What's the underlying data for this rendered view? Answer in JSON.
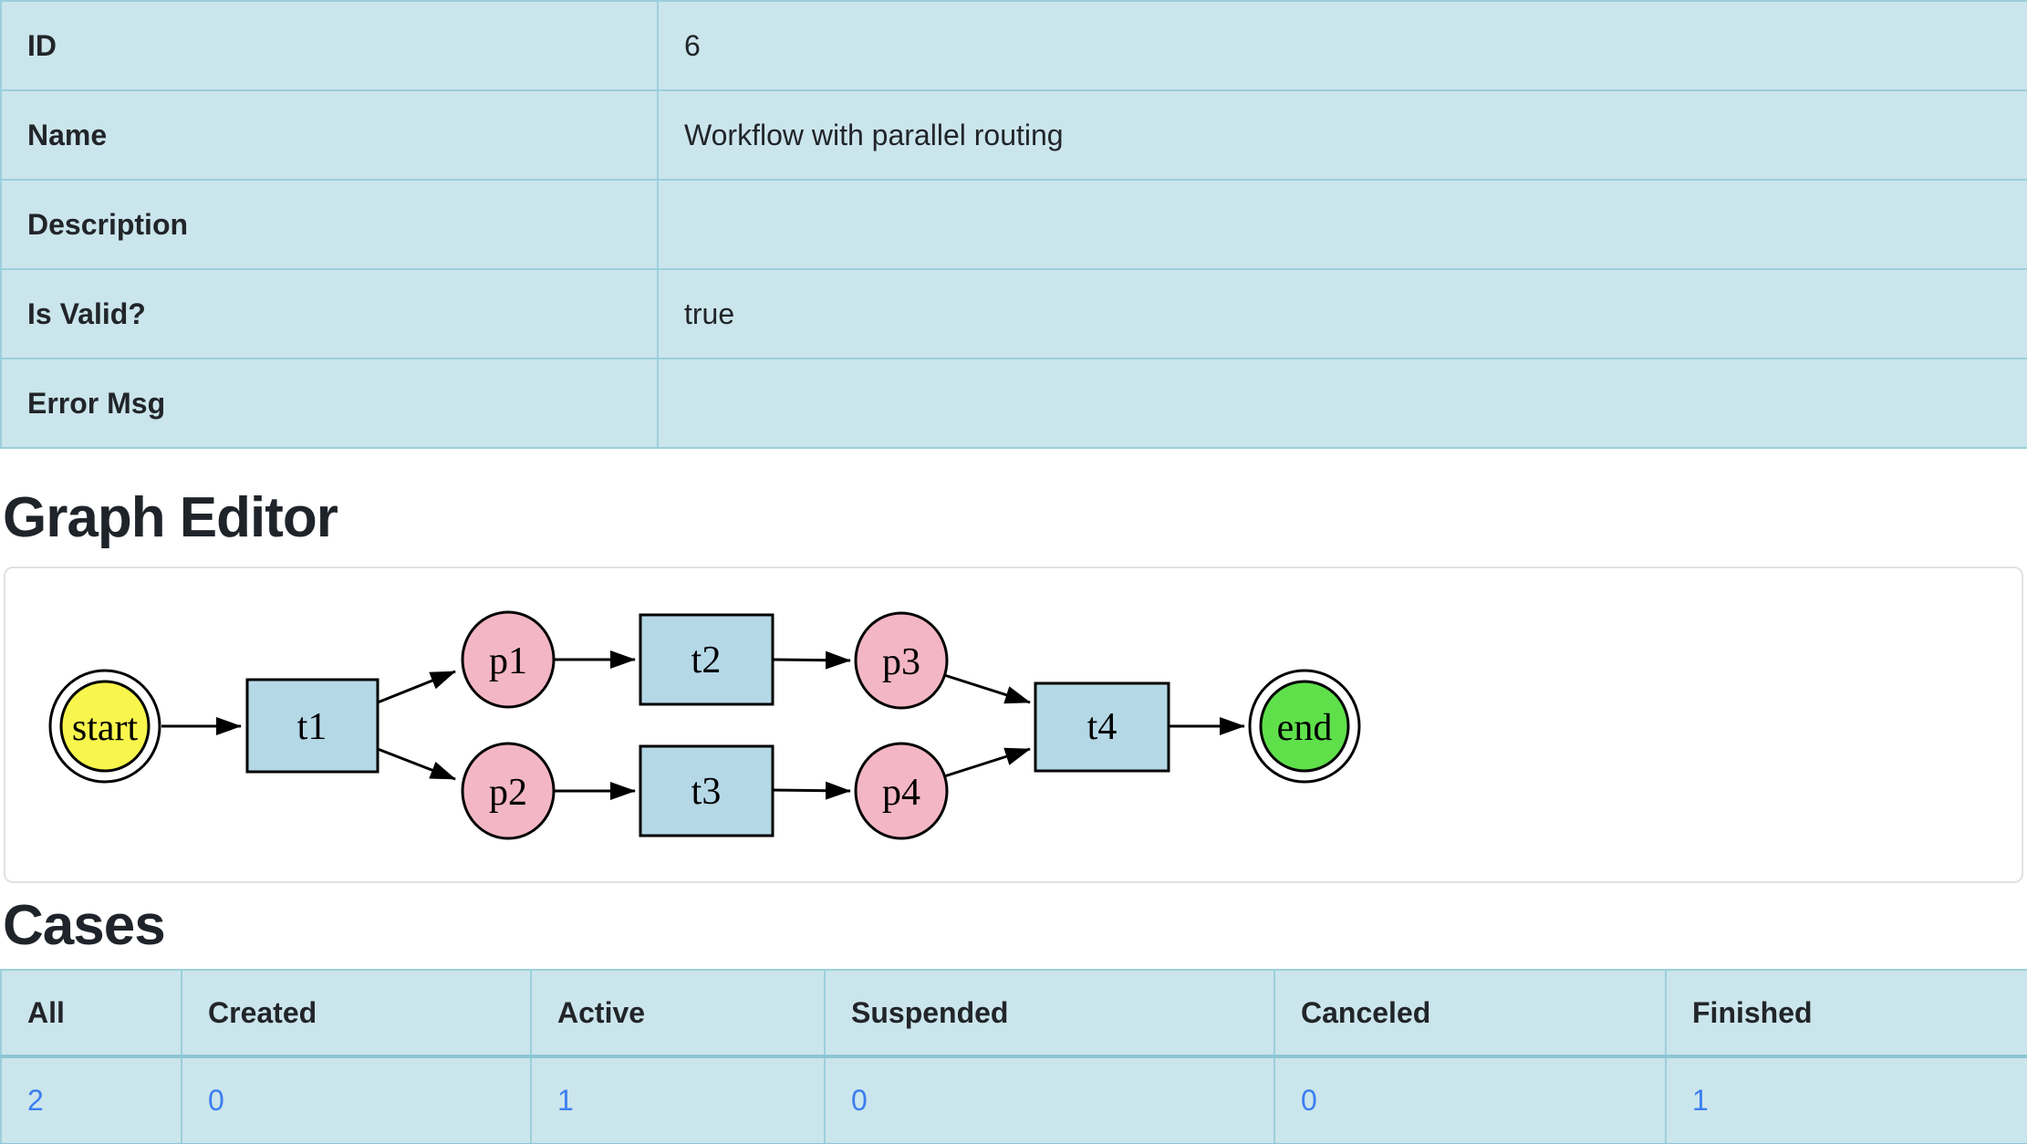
{
  "info_table": {
    "rows": [
      {
        "label": "ID",
        "value": "6"
      },
      {
        "label": "Name",
        "value": "Workflow with parallel routing"
      },
      {
        "label": "Description",
        "value": ""
      },
      {
        "label": "Is Valid?",
        "value": "true"
      },
      {
        "label": "Error Msg",
        "value": ""
      }
    ]
  },
  "graph_editor": {
    "title": "Graph Editor",
    "nodes": {
      "start": "start",
      "t1": "t1",
      "p1": "p1",
      "p2": "p2",
      "t2": "t2",
      "t3": "t3",
      "p3": "p3",
      "p4": "p4",
      "t4": "t4",
      "end": "end"
    },
    "colors": {
      "start_fill": "#f8f64d",
      "end_fill": "#5fe04b",
      "place_fill": "#f3b6c4",
      "transition_fill": "#b5d8e7",
      "ring_fill": "#ffffff"
    }
  },
  "cases": {
    "title": "Cases",
    "columns": [
      "All",
      "Created",
      "Active",
      "Suspended",
      "Canceled",
      "Finished"
    ],
    "values": [
      "2",
      "0",
      "1",
      "0",
      "0",
      "1"
    ],
    "link_color": "#3b7ef0"
  },
  "theme": {
    "table_bg": "#cbe5ec",
    "table_border": "#9ccfdc",
    "text_color": "#212529"
  }
}
